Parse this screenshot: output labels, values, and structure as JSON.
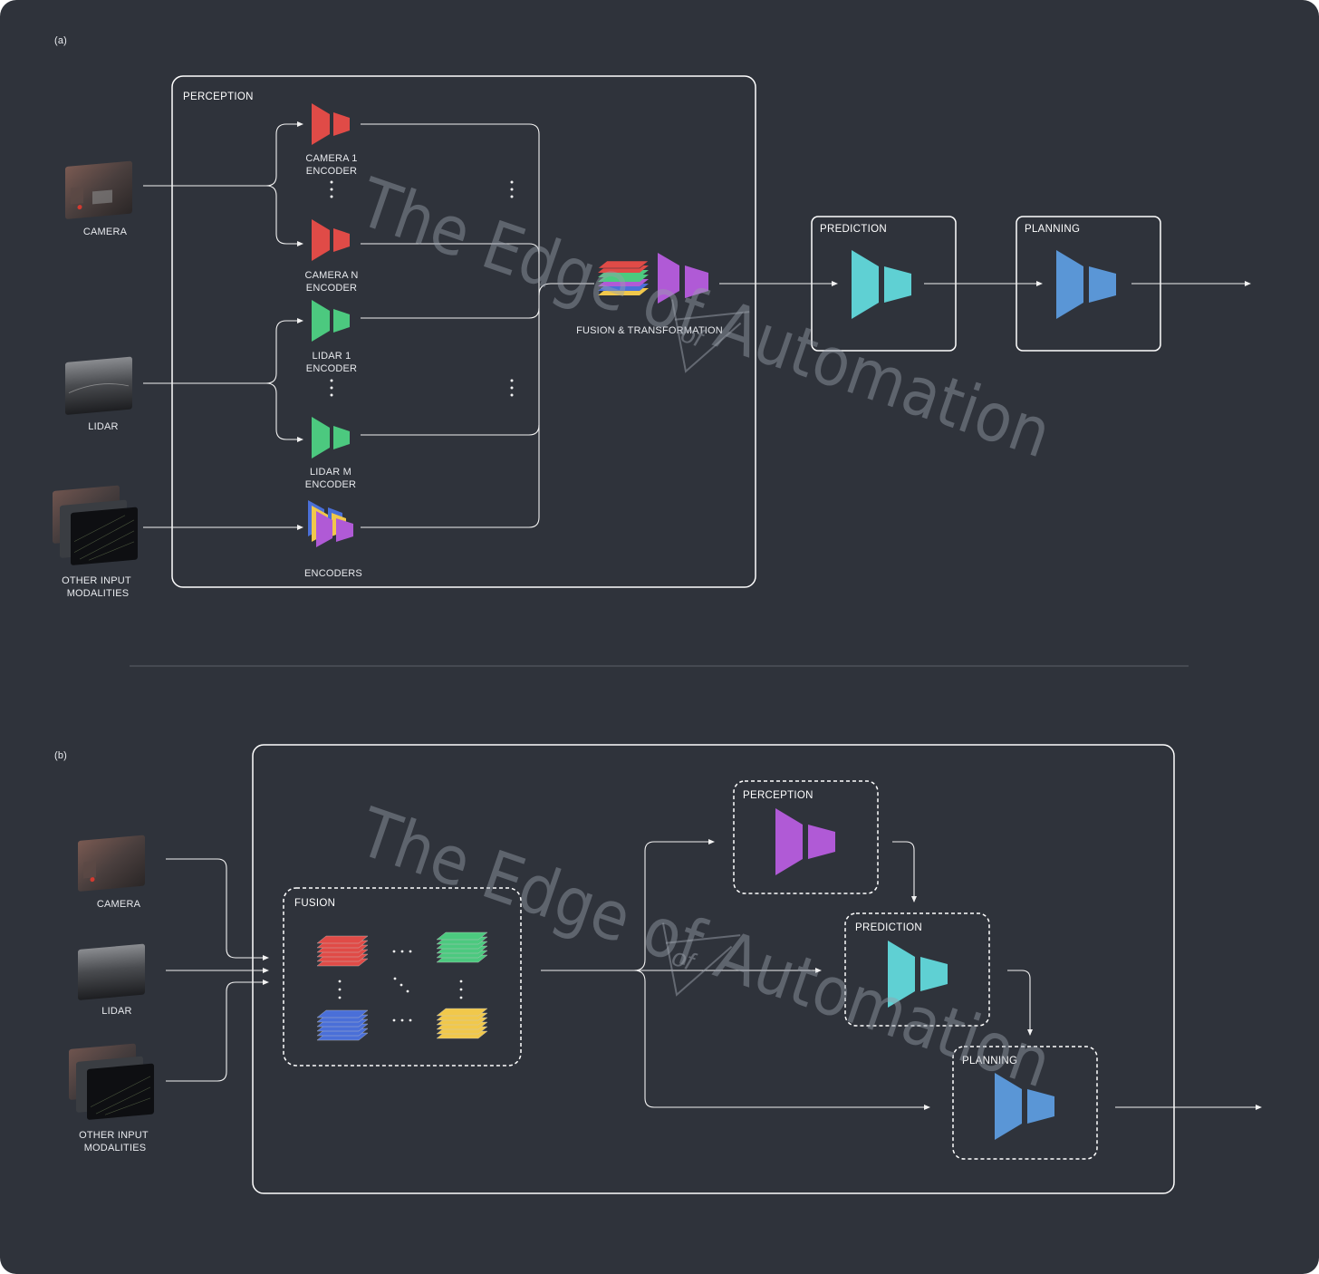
{
  "figure": {
    "part_a_label": "(a)",
    "part_b_label": "(b)",
    "watermark": "The Edge of Automation",
    "watermark_logo": "of",
    "colors": {
      "background": "#2f333b",
      "camera_encoder": "#e04b47",
      "lidar_encoder": "#4cc97f",
      "fusion": "#b05ad6",
      "prediction": "#5fd0d3",
      "planning": "#5a96d6",
      "stack_blue": "#4a6fd8",
      "stack_yellow": "#f1c84b"
    }
  },
  "part_a": {
    "inputs": {
      "camera": "CAMERA",
      "lidar": "LIDAR",
      "other": "OTHER INPUT MODALITIES"
    },
    "perception": {
      "title": "PERCEPTION",
      "encoders": {
        "camera_1": "CAMERA 1 ENCODER",
        "camera_n": "CAMERA N ENCODER",
        "lidar_1": "LIDAR 1 ENCODER",
        "lidar_m": "LIDAR M ENCODER",
        "others": "ENCODERS"
      },
      "fusion": "FUSION & TRANSFORMATION"
    },
    "prediction": {
      "title": "PREDICTION"
    },
    "planning": {
      "title": "PLANNING"
    }
  },
  "part_b": {
    "inputs": {
      "camera": "CAMERA",
      "lidar": "LIDAR",
      "other": "OTHER INPUT MODALITIES"
    },
    "fusion": {
      "title": "FUSION"
    },
    "perception": {
      "title": "PERCEPTION"
    },
    "prediction": {
      "title": "PREDICTION"
    },
    "planning": {
      "title": "PLANNING"
    }
  }
}
